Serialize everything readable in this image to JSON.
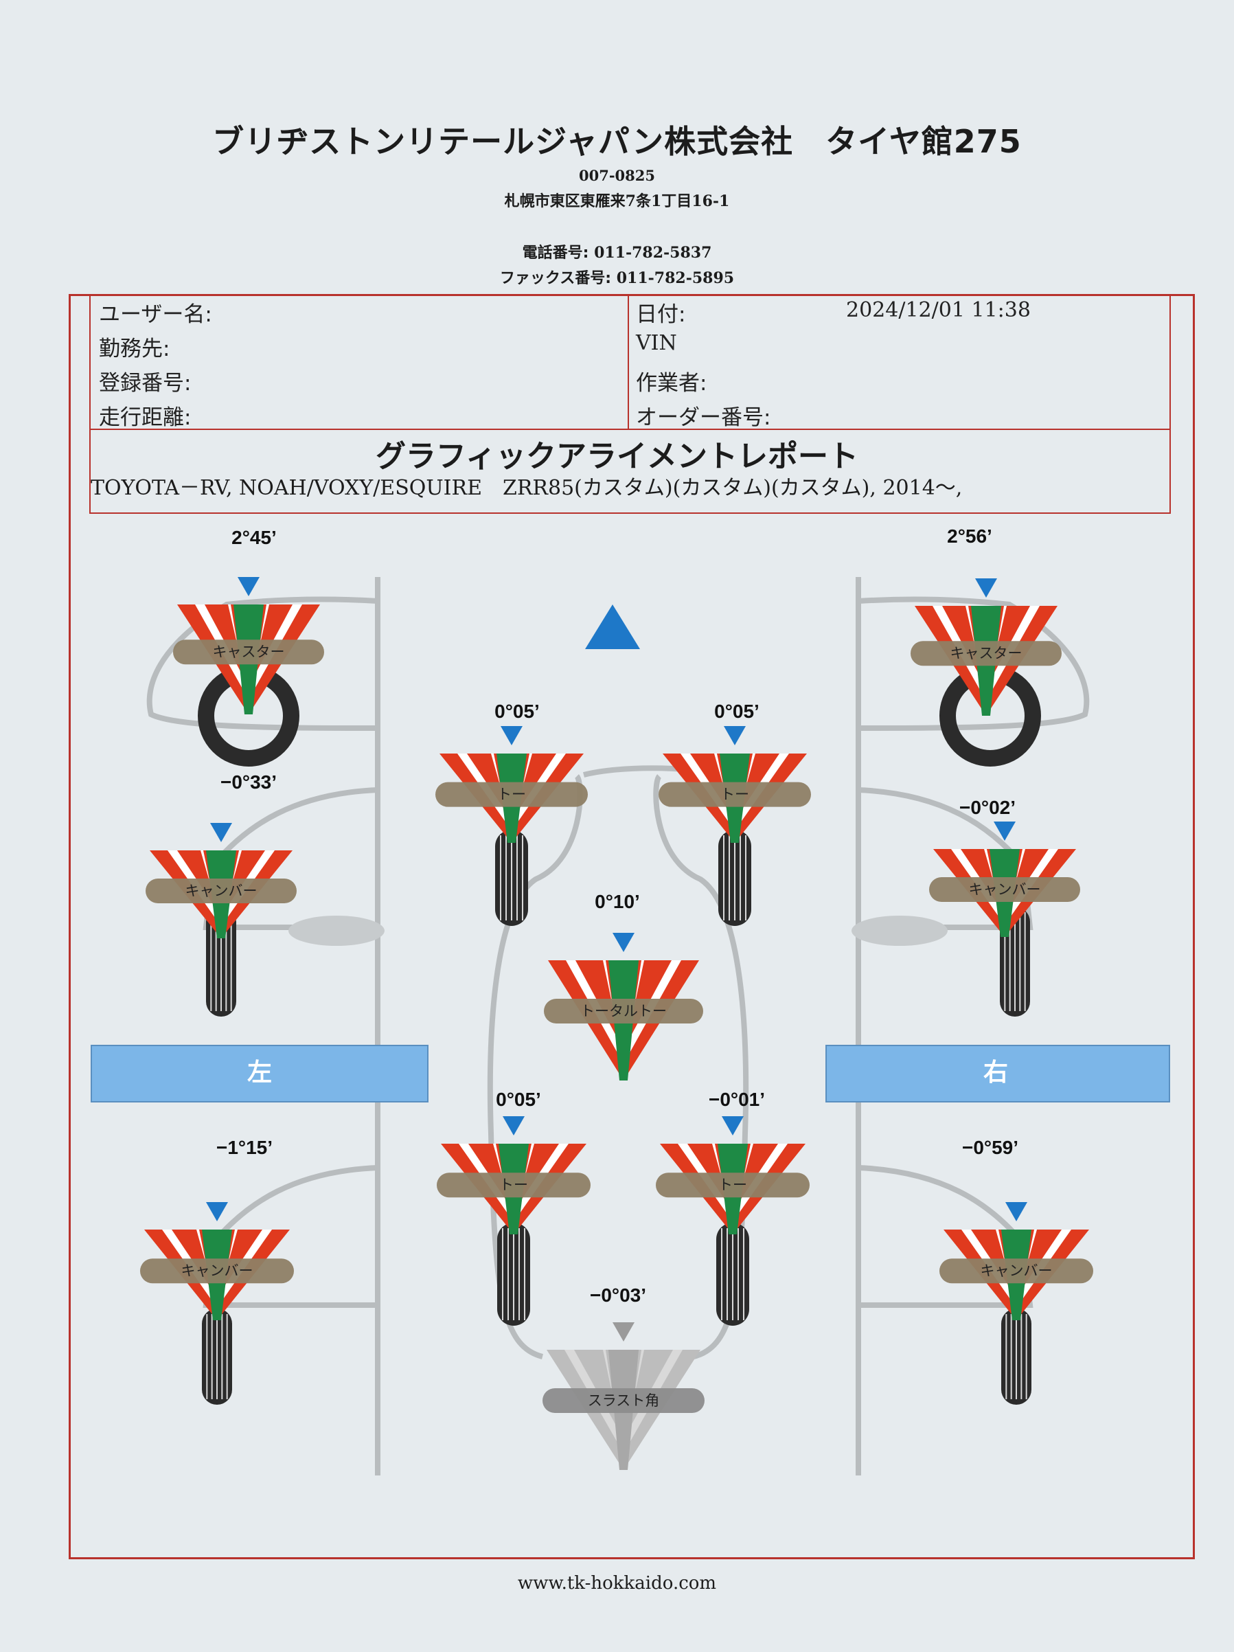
{
  "header": {
    "company": "ブリヂストンリテールジャパン株式会社　タイヤ館275",
    "postal": "007-0825",
    "address": "札幌市東区東雁来7条1丁目16-1",
    "phone_label": "電話番号:",
    "phone": "011-782-5837",
    "fax_label": "ファックス番号:",
    "fax": "011-782-5895"
  },
  "info": {
    "user_label": "ユーザー名:",
    "company_label": "勤務先:",
    "reg_label": "登録番号:",
    "mileage_label": "走行距離:",
    "date_label": "日付:",
    "date": "2024/12/01 11:38",
    "vin_label": "VIN",
    "operator_label": "作業者:",
    "order_label": "オーダー番号:"
  },
  "report": {
    "title": "グラフィックアライメントレポート",
    "vehicle": "TOYOTA－RV, NOAH/VOXY/ESQUIRE　ZRR85(カスタム)(カスタム)(カスタム), 2014～,"
  },
  "labels": {
    "caster": "キャスター",
    "camber": "キャンバー",
    "toe": "トー",
    "total_toe": "トータルトー",
    "thrust": "スラスト角",
    "left": "左",
    "right": "右"
  },
  "readings": {
    "front_left_caster": "2°45’",
    "front_right_caster": "2°56’",
    "front_left_camber": "−0°33’",
    "front_right_camber": "−0°02’",
    "front_left_toe": "0°05’",
    "front_right_toe": "0°05’",
    "front_total_toe": "0°10’",
    "rear_left_toe": "0°05’",
    "rear_right_toe": "−0°01’",
    "rear_left_camber": "−1°15’",
    "rear_right_camber": "−0°59’",
    "thrust_angle": "−0°03’"
  },
  "colors": {
    "frame": "#b8322c",
    "gauge_red": "#e03a1e",
    "gauge_green": "#1e8a45",
    "pointer": "#1e78c8",
    "side_bar": "#7cb6e8"
  },
  "footer": {
    "website": "www.tk-hokkaido.com"
  }
}
